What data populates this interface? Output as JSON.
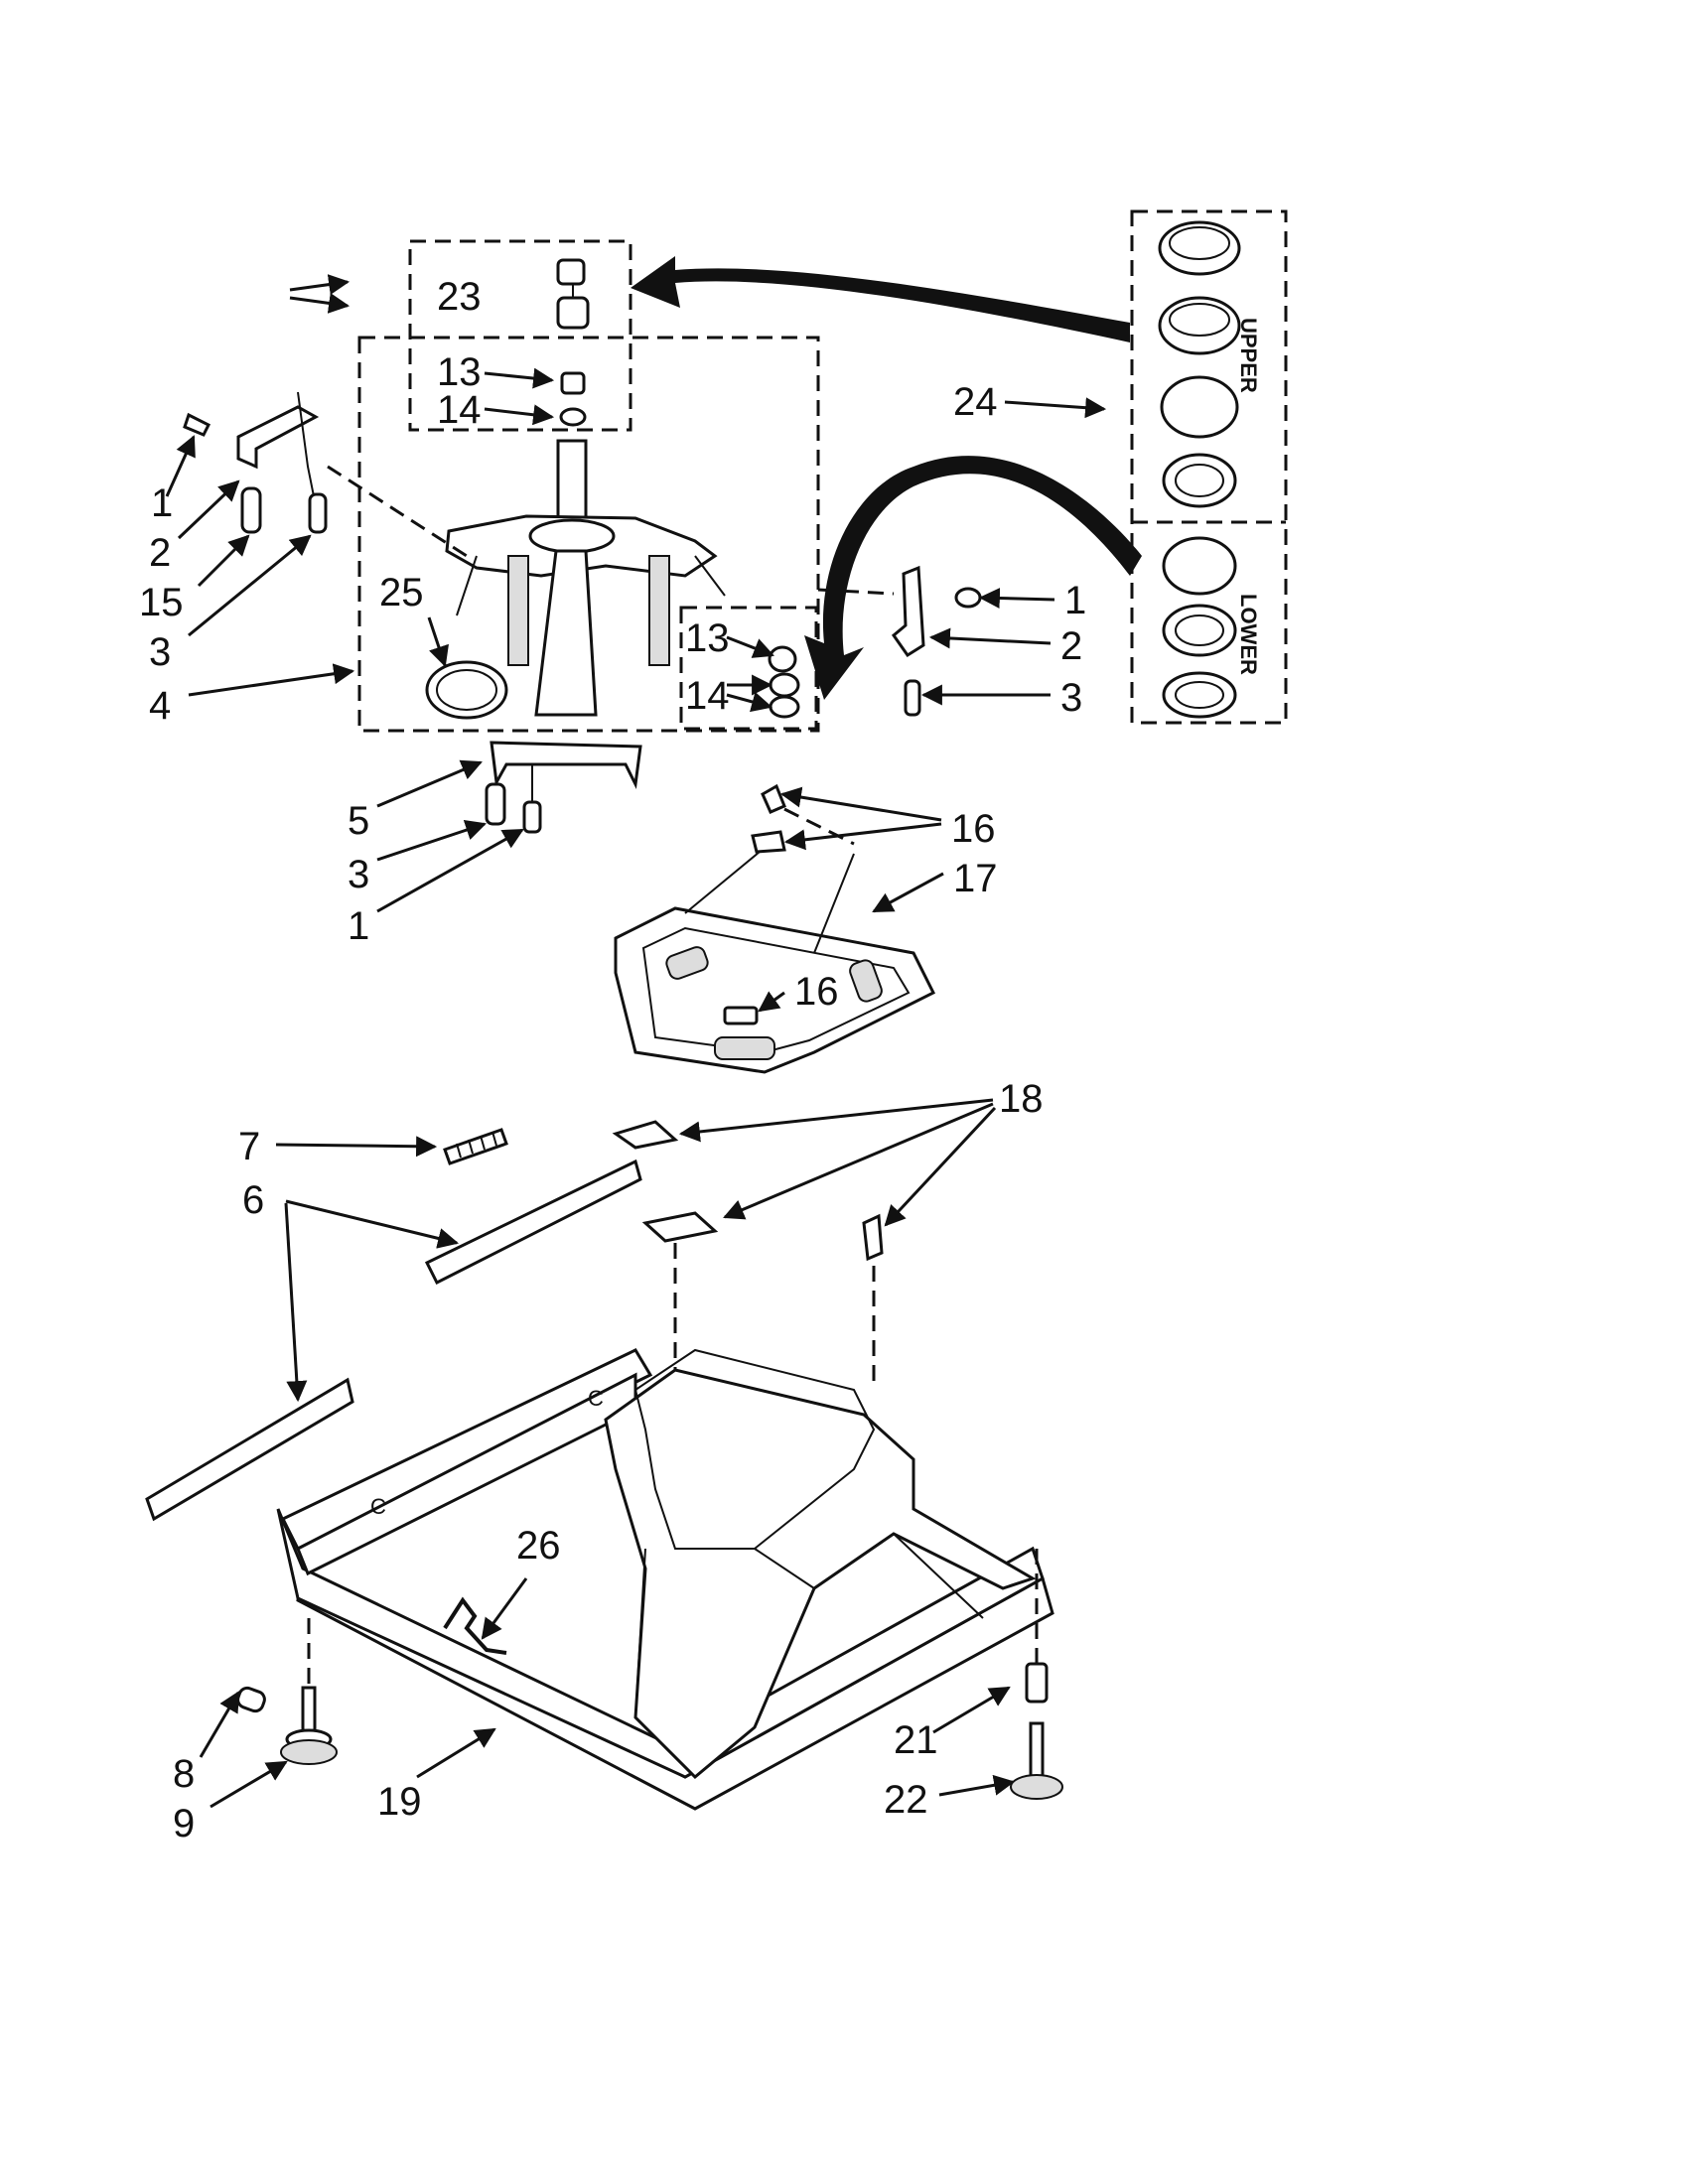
{
  "callouts": {
    "c1a": "1",
    "c2a": "2",
    "c15": "15",
    "c3a": "3",
    "c4": "4",
    "c23": "23",
    "c13a": "13",
    "c14a": "14",
    "c25": "25",
    "c13b": "13",
    "c14b": "14",
    "c24": "24",
    "c1b": "1",
    "c2b": "2",
    "c3b": "3",
    "c5": "5",
    "c3c": "3",
    "c1c": "1",
    "c16a": "16",
    "c17": "17",
    "c16b": "16",
    "c18": "18",
    "c7": "7",
    "c6": "6",
    "c26": "26",
    "c21": "21",
    "c22": "22",
    "c8": "8",
    "c9": "9",
    "c19": "19"
  },
  "inset": {
    "upper_label": "UPPER",
    "lower_label": "LOWER"
  },
  "frame_letters": {
    "c_a": "C",
    "c_b": "C"
  }
}
